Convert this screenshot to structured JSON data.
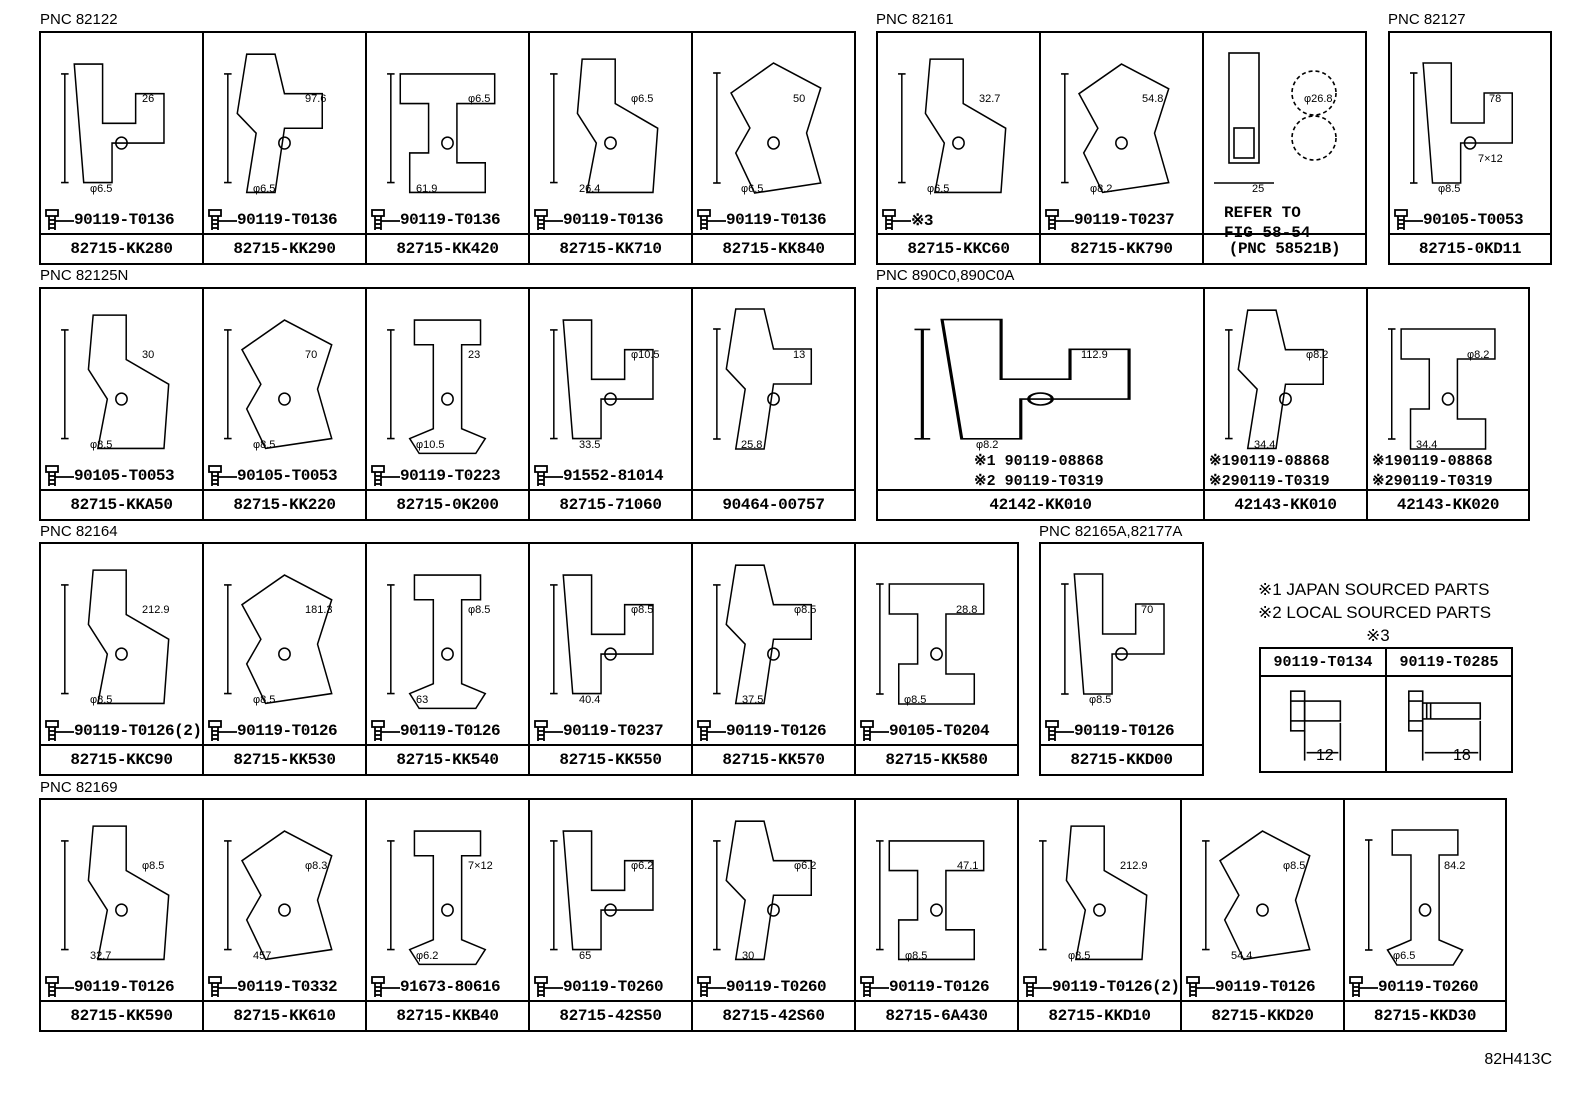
{
  "groups": [
    {
      "label": "PNC 82122",
      "cells": [
        {
          "bolt": "90119-T0136",
          "part": "82715-KK280",
          "dims": [
            "26",
            "φ6.5"
          ]
        },
        {
          "bolt": "90119-T0136",
          "part": "82715-KK290",
          "dims": [
            "97.6",
            "φ6.5"
          ]
        },
        {
          "bolt": "90119-T0136",
          "part": "82715-KK420",
          "dims": [
            "φ6.5",
            "61.9"
          ]
        },
        {
          "bolt": "90119-T0136",
          "part": "82715-KK710",
          "dims": [
            "φ6.5",
            "26.4"
          ]
        },
        {
          "bolt": "90119-T0136",
          "part": "82715-KK840",
          "dims": [
            "50",
            "φ6.5"
          ]
        }
      ]
    },
    {
      "label": "PNC 82161",
      "cells": [
        {
          "bolt": "※3",
          "part": "82715-KKC60",
          "dims": [
            "32.7",
            "φ6.5"
          ]
        },
        {
          "bolt": "90119-T0237",
          "part": "82715-KK790",
          "dims": [
            "54.8",
            "φ8.2"
          ]
        },
        {
          "bolt": "",
          "part": "(PNC 58521B)",
          "refer": "REFER TO\nFIG 58-54",
          "dims": [
            "φ26.8",
            "25"
          ]
        }
      ]
    },
    {
      "label": "PNC 82127",
      "cells": [
        {
          "bolt": "90105-T0053",
          "part": "82715-0KD11",
          "dims": [
            "78",
            "φ8.5",
            "7×12"
          ]
        }
      ]
    },
    {
      "label": "PNC 82125N",
      "cells": [
        {
          "bolt": "90105-T0053",
          "part": "82715-KKA50",
          "dims": [
            "30",
            "φ8.5"
          ]
        },
        {
          "bolt": "90105-T0053",
          "part": "82715-KK220",
          "dims": [
            "70",
            "φ8.5"
          ]
        },
        {
          "bolt": "90119-T0223",
          "part": "82715-0K200",
          "dims": [
            "23",
            "φ10.5"
          ]
        },
        {
          "bolt": "91552-81014",
          "part": "82715-71060",
          "dims": [
            "φ10.5",
            "33.5"
          ]
        },
        {
          "bolt": "",
          "part": "90464-00757",
          "dims": [
            "13",
            "25.8"
          ]
        }
      ]
    },
    {
      "label": "PNC 890C0,890C0A",
      "cells": [
        {
          "bolt": "",
          "part": "42142-KK010",
          "dims": [
            "112.9",
            "φ8.2"
          ],
          "bolt_lines": [
            "※1 90119-08868",
            "※2 90119-T0319"
          ]
        },
        {
          "bolt": "",
          "part": "42143-KK010",
          "dims": [
            "φ8.2",
            "34.4"
          ],
          "bolt_lines": [
            "※190119-08868",
            "※290119-T0319"
          ]
        },
        {
          "bolt": "",
          "part": "42143-KK020",
          "dims": [
            "φ8.2",
            "34.4"
          ],
          "bolt_lines": [
            "※190119-08868",
            "※290119-T0319"
          ]
        }
      ]
    },
    {
      "label": "PNC 82164",
      "cells": [
        {
          "bolt": "90119-T0126(2)",
          "part": "82715-KKC90",
          "dims": [
            "212.9",
            "φ8.5"
          ]
        },
        {
          "bolt": "90119-T0126",
          "part": "82715-KK530",
          "dims": [
            "181.3",
            "φ8.5"
          ]
        },
        {
          "bolt": "90119-T0126",
          "part": "82715-KK540",
          "dims": [
            "φ8.5",
            "63"
          ]
        },
        {
          "bolt": "90119-T0237",
          "part": "82715-KK550",
          "dims": [
            "φ8.5",
            "40.4"
          ]
        },
        {
          "bolt": "90119-T0126",
          "part": "82715-KK570",
          "dims": [
            "φ8.5",
            "37.5"
          ]
        },
        {
          "bolt": "90105-T0204",
          "part": "82715-KK580",
          "dims": [
            "28.8",
            "φ8.5"
          ]
        }
      ]
    },
    {
      "label": "PNC 82165A,82177A",
      "cells": [
        {
          "bolt": "90119-T0126",
          "part": "82715-KKD00",
          "dims": [
            "70",
            "φ8.5"
          ]
        }
      ]
    },
    {
      "label": "PNC 82169",
      "cells": [
        {
          "bolt": "90119-T0126",
          "part": "82715-KK590",
          "dims": [
            "φ8.5",
            "32.7"
          ]
        },
        {
          "bolt": "90119-T0332",
          "part": "82715-KK610",
          "dims": [
            "φ8.3",
            "457"
          ]
        },
        {
          "bolt": "91673-80616",
          "part": "82715-KKB40",
          "dims": [
            "7×12",
            "φ6.2"
          ]
        },
        {
          "bolt": "90119-T0260",
          "part": "82715-42S50",
          "dims": [
            "φ6.2",
            "65"
          ]
        },
        {
          "bolt": "90119-T0260",
          "part": "82715-42S60",
          "dims": [
            "φ6.2",
            "30"
          ]
        },
        {
          "bolt": "90119-T0126",
          "part": "82715-6A430",
          "dims": [
            "47.1",
            "φ8.5"
          ]
        },
        {
          "bolt": "90119-T0126(2)",
          "part": "82715-KKD10",
          "dims": [
            "212.9",
            "φ8.5"
          ]
        },
        {
          "bolt": "90119-T0126",
          "part": "82715-KKD20",
          "dims": [
            "φ8.5",
            "54.4"
          ]
        },
        {
          "bolt": "90119-T0260",
          "part": "82715-KKD30",
          "dims": [
            "84.2",
            "φ6.5"
          ]
        }
      ]
    }
  ],
  "notes": {
    "note1": "※1 JAPAN SOURCED PARTS",
    "note2": "※2 LOCAL SOURCED PARTS",
    "note3_title": "※3",
    "note3_cols": [
      {
        "head": "90119-T0134",
        "dim": "12"
      },
      {
        "head": "90119-T0285",
        "dim": "18"
      }
    ]
  },
  "footer_code": "82H413C"
}
